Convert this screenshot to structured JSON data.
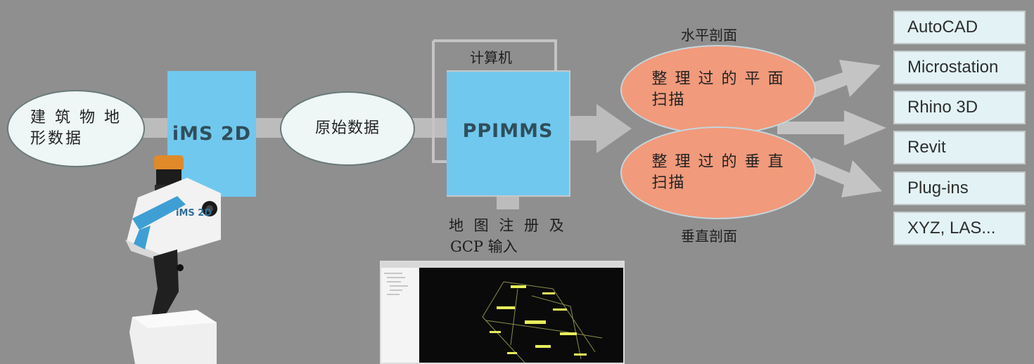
{
  "nodes": {
    "building_terrain": "建 筑 物 地\n形数据",
    "ims2d": "iMS 2D",
    "raw_data": "原始数据",
    "computer": "计算机",
    "ppimms": "PPIMMS",
    "map_reg_line1": "地 图 注 册 及",
    "map_reg_line2": "GCP 输入",
    "horizontal_label": "水平剖面",
    "vertical_label": "垂直剖面",
    "cleaned_plane": "整 理 过 的 平 面\n扫描",
    "cleaned_vertical": "整 理 过 的 垂 直\n扫描",
    "device_logo": "iMS 2D"
  },
  "outputs": [
    "AutoCAD",
    "Microstation",
    "Rhino 3D",
    "Revit",
    "Plug-ins",
    "XYZ, LAS..."
  ],
  "colors": {
    "background": "#8f8f8f",
    "arrow": "#bcbcbc",
    "blue_box": "#71c8ee",
    "salmon": "#f19a7c",
    "ellipse_white": "#eef6f6",
    "output_box": "#e3f3f5"
  }
}
